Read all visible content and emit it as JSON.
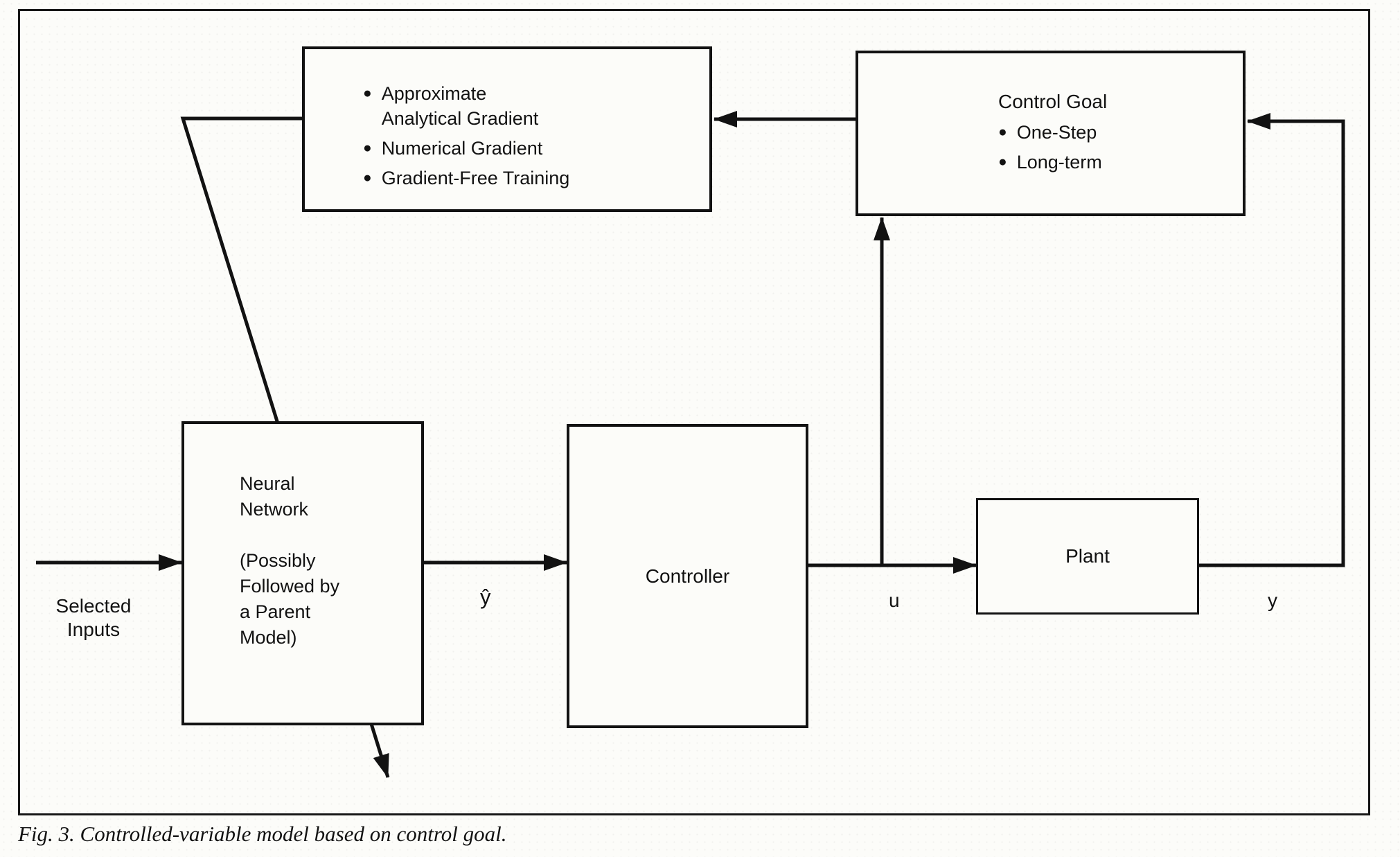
{
  "icons": {
    "bullet": "●"
  },
  "caption": "Fig. 3. Controlled-variable model based on control goal.",
  "training_box": {
    "bullets": [
      "Approximate\nAnalytical Gradient",
      "Numerical Gradient",
      "Gradient-Free Training"
    ]
  },
  "control_goal_box": {
    "title": "Control Goal",
    "bullets": [
      "One-Step",
      "Long-term"
    ]
  },
  "neural_network_box": {
    "label": "Neural\nNetwork\n\n(Possibly\nFollowed by\na Parent\nModel)"
  },
  "controller_box": {
    "label": "Controller"
  },
  "plant_box": {
    "label": "Plant"
  },
  "signal_labels": {
    "selected_inputs": "Selected\nInputs",
    "y_hat": "ŷ",
    "u": "u",
    "y": "y"
  },
  "colors": {
    "ink": "#121212",
    "paper": "#fcfcf9"
  }
}
